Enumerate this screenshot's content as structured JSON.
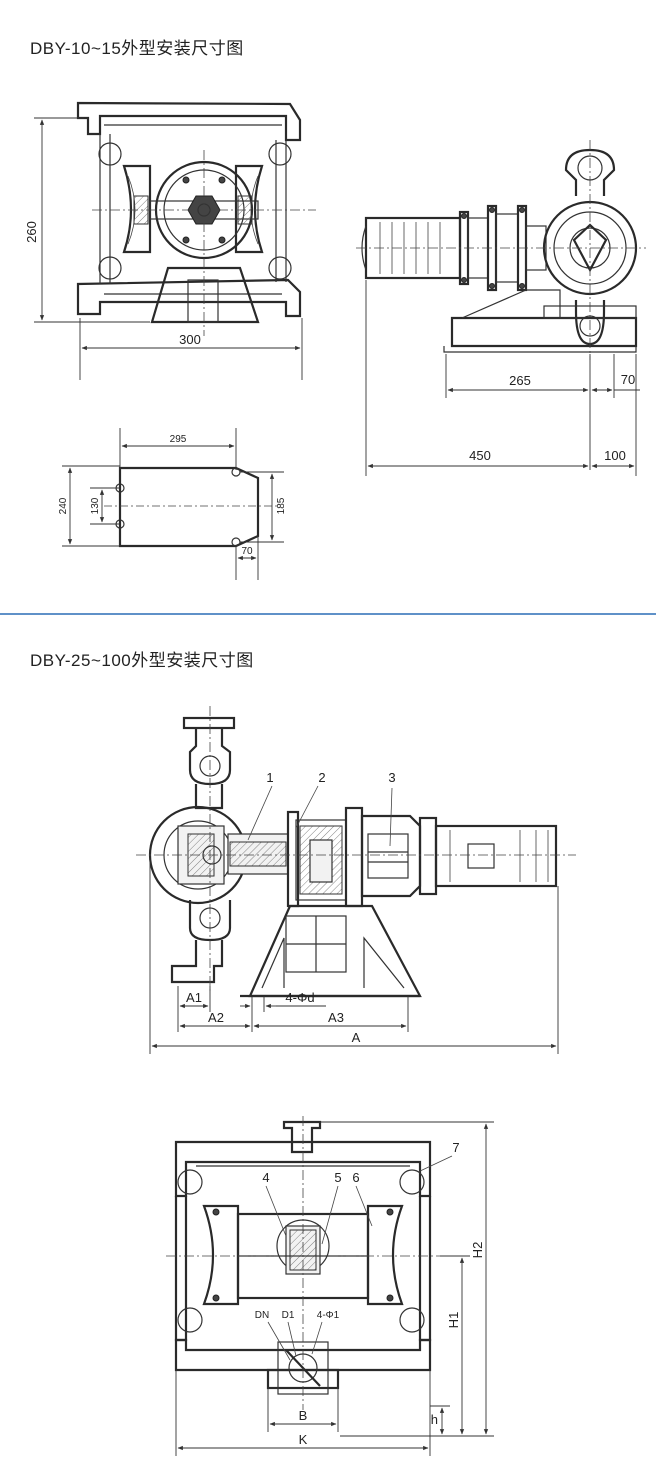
{
  "sections": {
    "top_title": "DBY-10~15外型安装尺寸图",
    "bottom_title": "DBY-25~100外型安装尺寸图"
  },
  "dims_small": {
    "d260": "260",
    "d300": "300",
    "d265": "265",
    "d70a": "70",
    "d450": "450",
    "d100": "100",
    "d295": "295",
    "d240": "240",
    "d130": "130",
    "d185": "185",
    "d70b": "70"
  },
  "dims_large": {
    "n1": "1",
    "n2": "2",
    "n3": "3",
    "A1": "A1",
    "A2": "A2",
    "A3": "A3",
    "A": "A",
    "bolt": "4-Φd",
    "n4": "4",
    "n5": "5",
    "n6": "6",
    "n7": "7",
    "H2": "H2",
    "H1": "H1",
    "h": "h",
    "DN": "DN",
    "D1": "D1",
    "bolt2": "4-Φ1",
    "B": "B",
    "K": "K"
  },
  "divider_color": "#2a6db5"
}
